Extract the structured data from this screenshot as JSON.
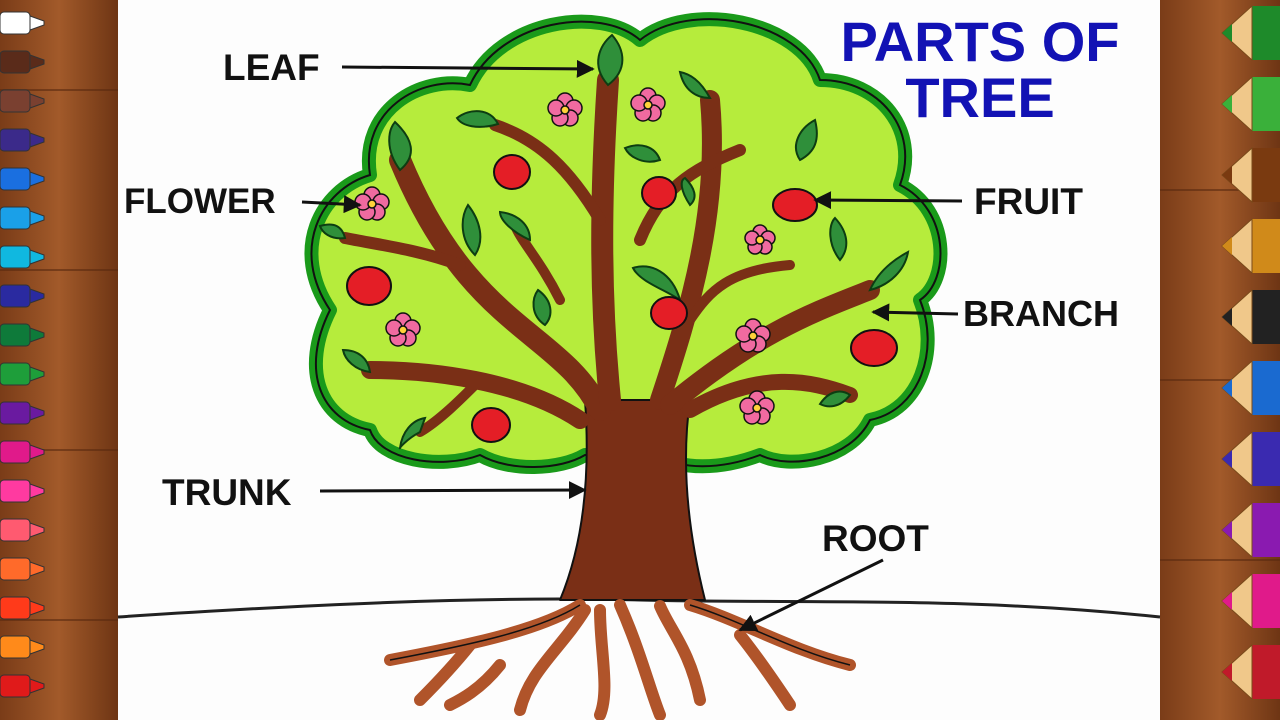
{
  "title": {
    "line1": "PARTS OF",
    "line2": "TREE"
  },
  "labels": {
    "leaf": "LEAF",
    "flower": "FLOWER",
    "fruit": "FRUIT",
    "branch": "BRANCH",
    "trunk": "TRUNK",
    "root": "ROOT"
  },
  "colors": {
    "title": "#1212b4",
    "label_text": "#111111",
    "canopy": "#b6ec3c",
    "canopy_outline": "#1a9a1a",
    "trunk": "#7a2f16",
    "leaf": "#2f8f3a",
    "flower": "#f06aa0",
    "fruit": "#e41e26",
    "root": "#b0542a"
  },
  "icons": [
    "tree-illustration",
    "leaf-icon",
    "flower-icon",
    "fruit-icon",
    "root-icon",
    "marker-pen-icon",
    "colored-pencil-icon"
  ]
}
